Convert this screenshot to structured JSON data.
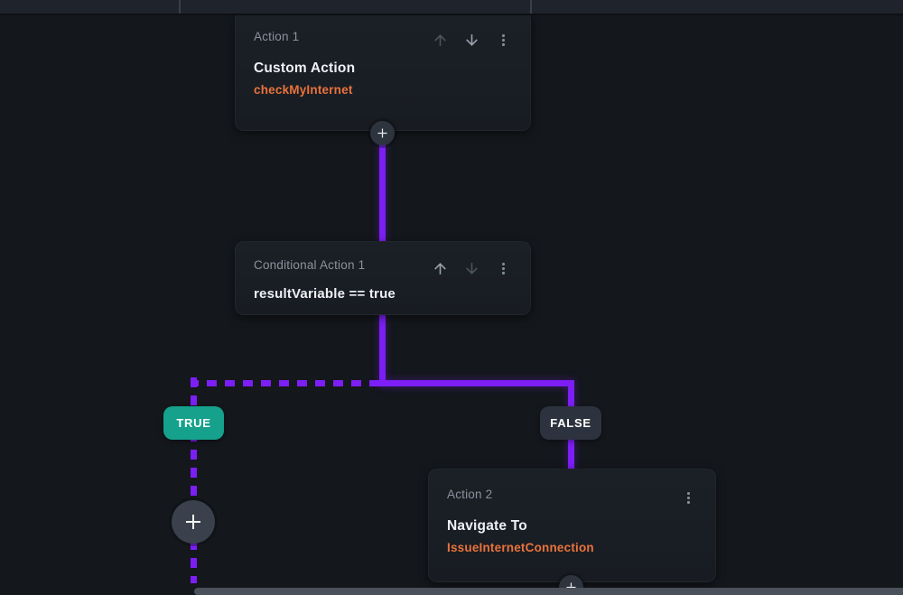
{
  "palette": {
    "canvas_bg": "#14171c",
    "topbar_bg": "#1f242c",
    "card_bg": "#191d23",
    "edge_purple": "#7c1ef5",
    "true_badge_bg": "#15a18c",
    "false_badge_bg": "#2d333e",
    "action_orange": "#e9733c",
    "label_gray": "#8b929d",
    "title_white": "#eef0f3"
  },
  "nodes": [
    {
      "label": "Action 1",
      "title": "Custom Action",
      "subtitle": "checkMyInternet"
    },
    {
      "label": "Conditional Action 1",
      "title": "resultVariable == true"
    },
    {
      "label": "Action 2",
      "title": "Navigate To",
      "subtitle": "IssueInternetConnection"
    }
  ],
  "branches": {
    "true_label": "TRUE",
    "false_label": "FALSE"
  }
}
